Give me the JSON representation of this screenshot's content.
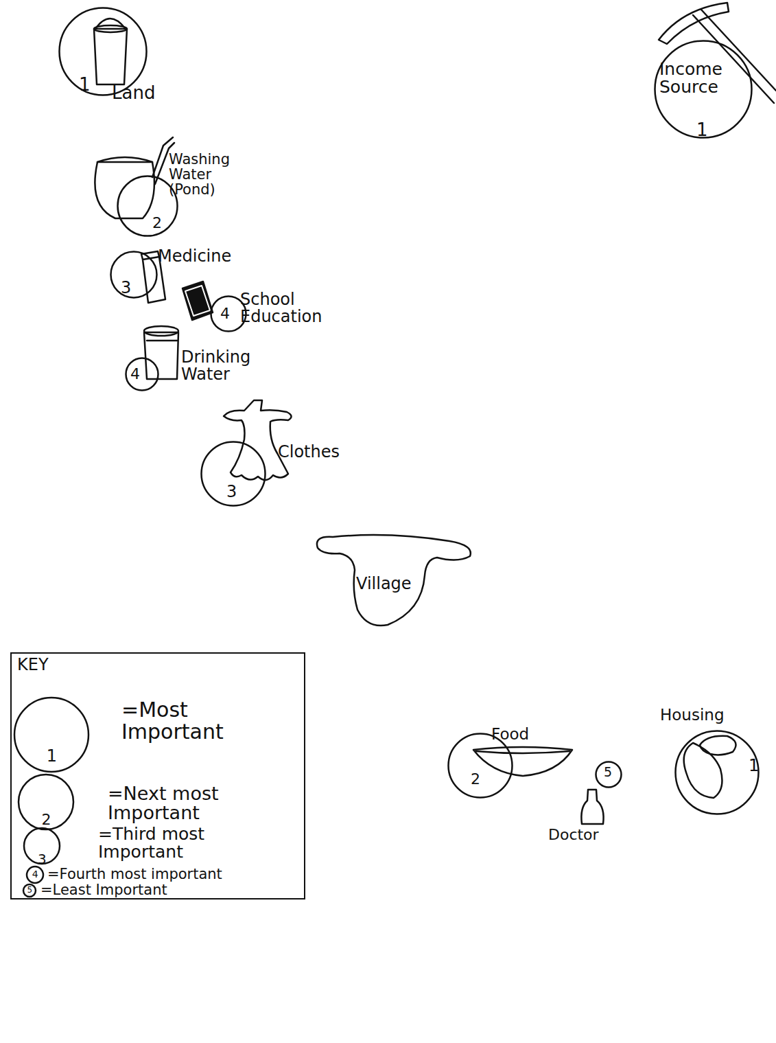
{
  "diagram": {
    "nodes": [
      {
        "text": [
          "1",
          "Land"
        ]
      },
      {
        "text": [
          "Income Source",
          "1"
        ]
      },
      {
        "text": [
          "2",
          "Washing Water (Pond)"
        ]
      },
      {
        "text": [
          "3",
          "Medicine"
        ]
      },
      {
        "text": [
          "4",
          "School Education"
        ]
      },
      {
        "text": [
          "4",
          "Drinking Water"
        ]
      },
      {
        "text": [
          "3",
          "Clothes"
        ]
      },
      {
        "text": [
          "Village"
        ]
      },
      {
        "text": [
          "2",
          "Food"
        ]
      },
      {
        "text": [
          "5",
          "Doctor"
        ]
      },
      {
        "text": [
          "Housing",
          "1"
        ]
      }
    ],
    "edges": [],
    "labels": [
      "KEY",
      "1",
      "2",
      "3",
      "4",
      "5"
    ],
    "legend": [
      {
        "text": "=Most Important"
      },
      {
        "text": "=Next most Important"
      },
      {
        "text": "=Third most Important"
      },
      {
        "text": "=Fourth most important"
      },
      {
        "text": "=Least Important"
      }
    ]
  }
}
